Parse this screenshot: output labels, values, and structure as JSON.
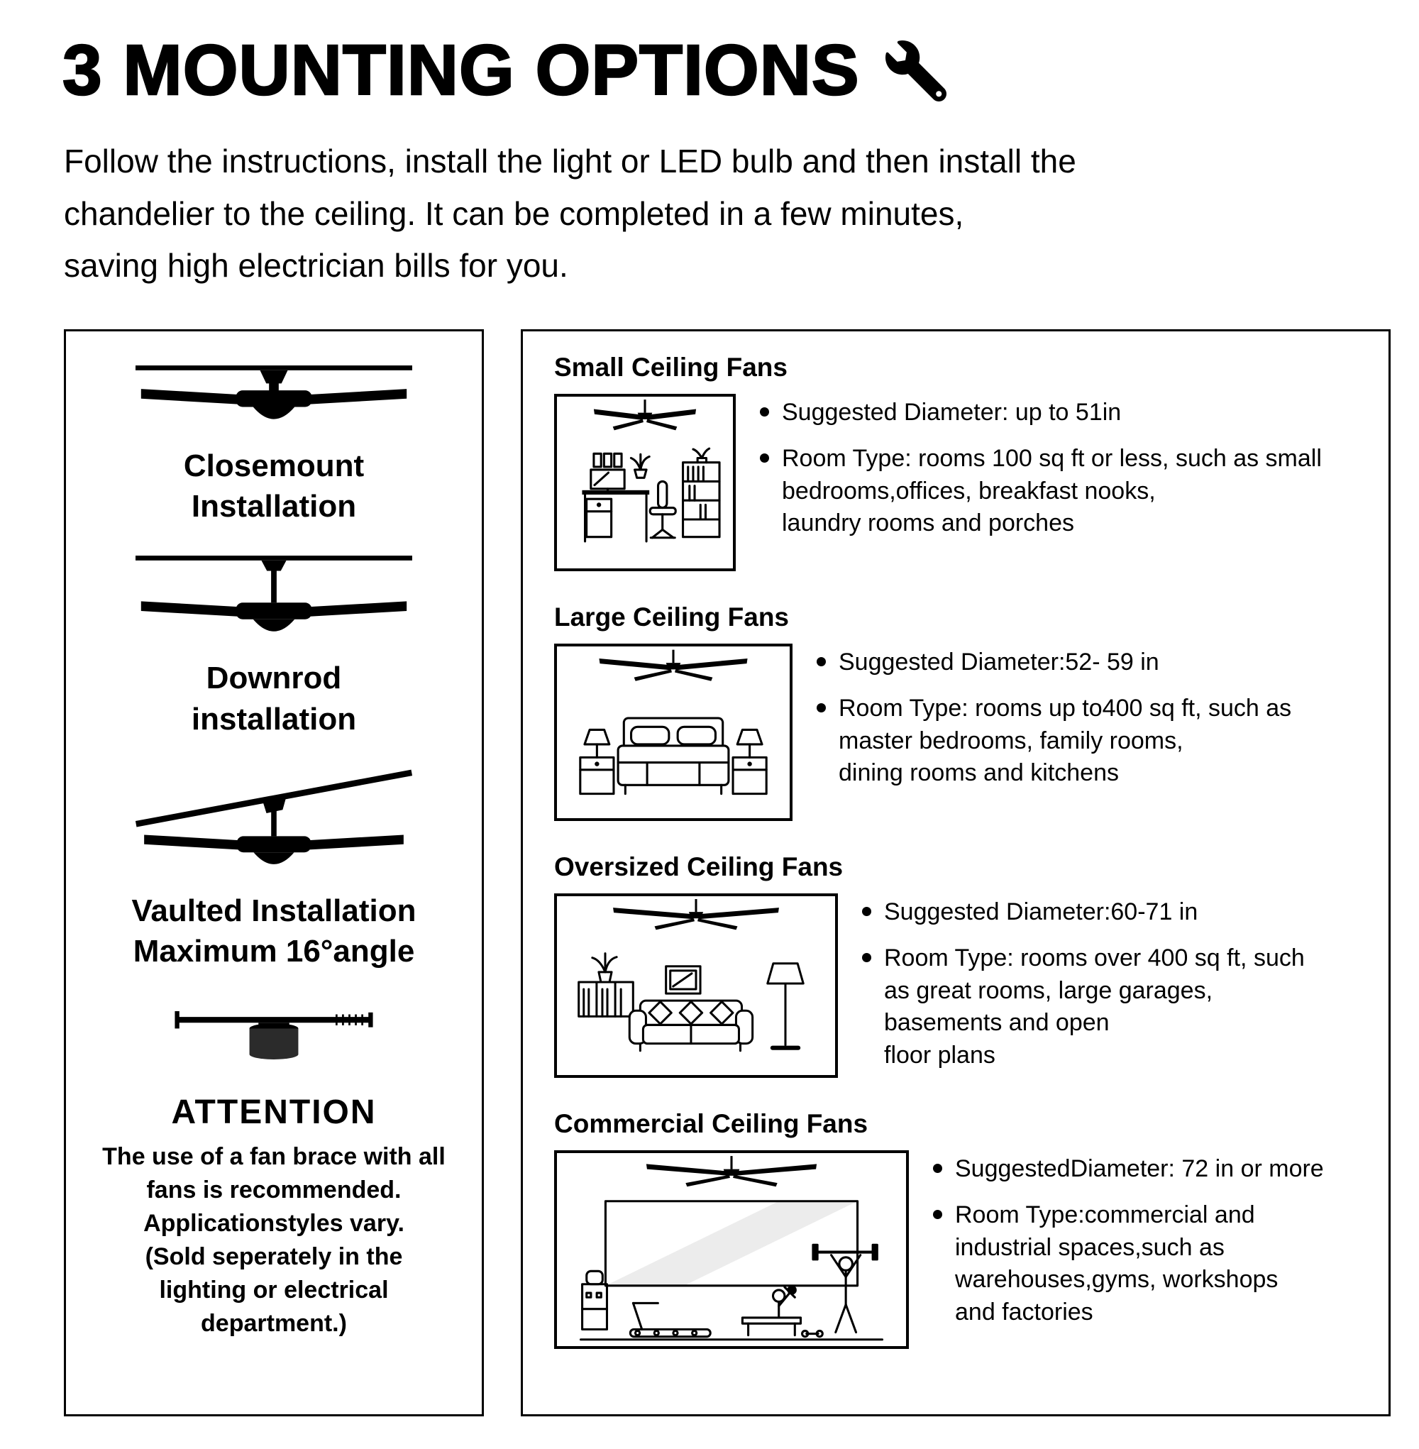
{
  "header": {
    "title": "3 MOUNTING OPTIONS",
    "title_icon": "wrench-icon",
    "intro": "Follow the instructions, install the light or LED bulb and then install the\nchandelier to the ceiling. It can be completed in a few minutes,\nsaving high electrician bills for you."
  },
  "mounting": {
    "options": [
      {
        "label": "Closemount\nInstallation",
        "icon": "closemount-fan-icon"
      },
      {
        "label": "Downrod\ninstallation",
        "icon": "downrod-fan-icon"
      },
      {
        "label": "Vaulted Installation\nMaximum 16°angle",
        "icon": "vaulted-fan-icon"
      }
    ],
    "attention": {
      "heading": "ATTENTION",
      "icon": "fan-brace-icon",
      "body": "The use of a fan brace with all\nfans is recommended.\nApplicationstyles vary.\n(Sold seperately in the\nlighting or electrical\ndepartment.)"
    }
  },
  "size_guide": {
    "sections": [
      {
        "heading": "Small Ceiling Fans",
        "icon": "office-room-icon",
        "bullets": [
          "Suggested Diameter: up to 51in",
          "Room Type: rooms 100 sq ft or less, such as small\nbedrooms,offices, breakfast nooks,\nlaundry rooms and porches"
        ]
      },
      {
        "heading": "Large Ceiling Fans",
        "icon": "bedroom-icon",
        "bullets": [
          "Suggested Diameter:52- 59 in",
          "Room Type: rooms up to400 sq ft, such as\nmaster bedrooms, family rooms,\ndining rooms and kitchens"
        ]
      },
      {
        "heading": "Oversized Ceiling Fans",
        "icon": "living-room-icon",
        "bullets": [
          "Suggested Diameter:60-71 in",
          "Room Type: rooms over 400 sq ft, such\nas great rooms, large garages,\nbasements and open\nfloor plans"
        ]
      },
      {
        "heading": "Commercial Ceiling Fans",
        "icon": "gym-icon",
        "bullets": [
          "SuggestedDiameter: 72 in or more",
          "Room Type:commercial and\nindustrial spaces,such as\nwarehouses,gyms, workshops\nand factories"
        ]
      }
    ]
  },
  "colors": {
    "text": "#000000",
    "background": "#ffffff",
    "border": "#000000"
  }
}
